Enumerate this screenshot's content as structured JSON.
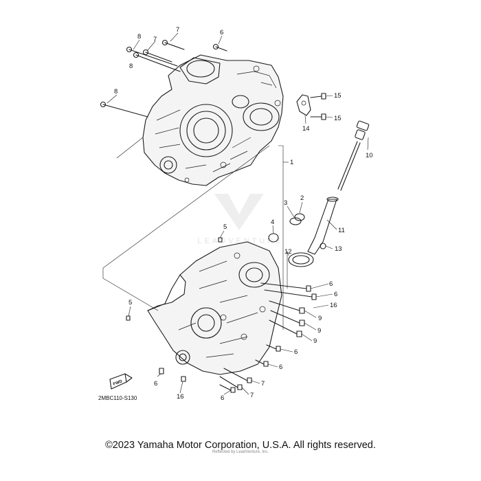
{
  "diagram_code": "2MBC110-S130",
  "fwd_label": "FWD",
  "watermark": "LEADVENTURE",
  "copyright": "©2023 Yamaha Motor Corporation, U.S.A. All rights reserved.",
  "attribution": "Reflected by LeadVenture, Inc.",
  "callouts": [
    "8",
    "7",
    "7",
    "6",
    "8",
    "8",
    "15",
    "15",
    "14",
    "10",
    "1",
    "2",
    "3",
    "4",
    "11",
    "5",
    "12",
    "13",
    "6",
    "6",
    "16",
    "9",
    "9",
    "9",
    "5",
    "6",
    "6",
    "7",
    "7",
    "6",
    "16",
    "6"
  ]
}
